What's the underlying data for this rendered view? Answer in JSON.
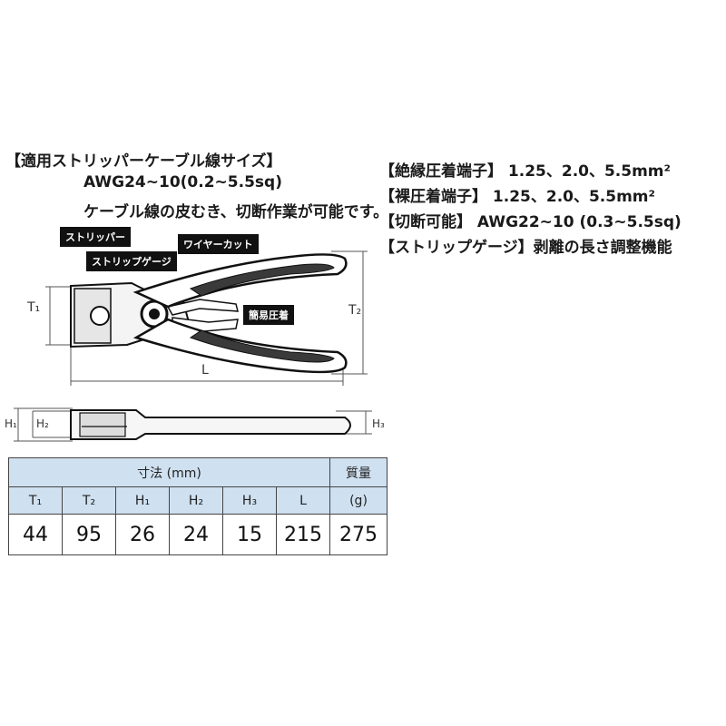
{
  "left_spec": {
    "title": "【適用ストリッパーケーブル線サイズ】",
    "line1": "AWG24~10(0.2~5.5sq)",
    "line2": "ケーブル線の皮むき、切断作業が可能です。"
  },
  "right_spec": {
    "row1": "【絶縁圧着端子】 1.25、2.0、5.5mm²",
    "row2": "【裸圧着端子】 1.25、2.0、5.5mm²",
    "row3": "【切断可能】 AWG22~10 (0.3~5.5sq)",
    "row4": "【ストリップゲージ】剥離の長さ調整機能"
  },
  "callouts": {
    "stripper": "ストリッパー",
    "strip_gauge": "ストリップゲージ",
    "wire_cut": "ワイヤーカット",
    "easy_crimp": "簡易圧着"
  },
  "dims": {
    "t1": "T₁",
    "t2": "T₂",
    "l": "L",
    "h1": "H₁",
    "h2": "H₂",
    "h3": "H₃"
  },
  "table": {
    "group_header": "寸法 (mm)",
    "weight_header": "質量",
    "weight_unit": "(g)",
    "columns": [
      "T₁",
      "T₂",
      "H₁",
      "H₂",
      "H₃",
      "L"
    ],
    "values": [
      "44",
      "95",
      "26",
      "24",
      "15",
      "215"
    ],
    "weight_value": "275"
  },
  "colors": {
    "header_bg": "#cfe0f0",
    "tool_grip": "#3a3a3a"
  }
}
